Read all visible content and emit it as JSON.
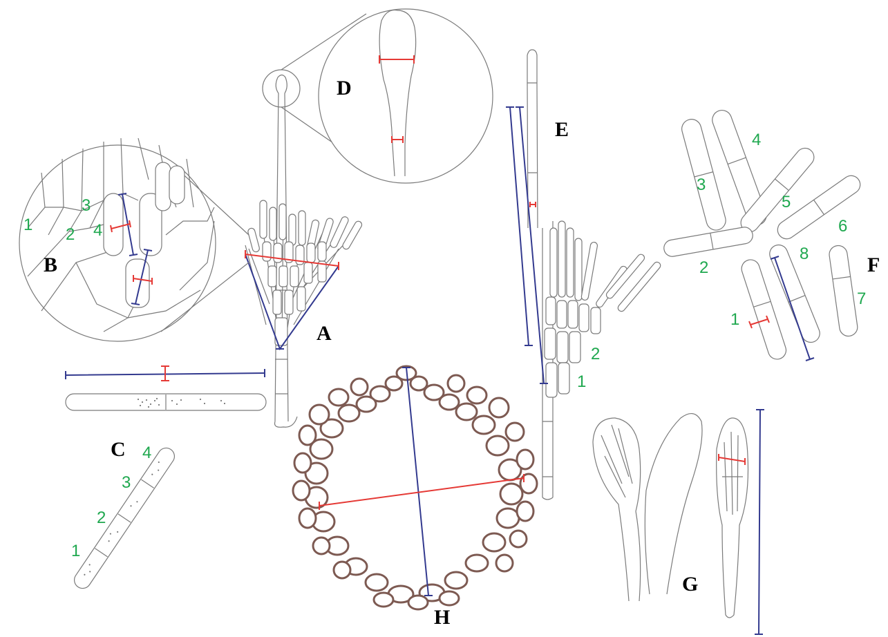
{
  "panels": {
    "a": "A",
    "b": "B",
    "c": "C",
    "d": "D",
    "e": "E",
    "f": "F",
    "g": "G",
    "h": "H"
  },
  "panel_b_numbers": [
    "1",
    "2",
    "3",
    "4"
  ],
  "panel_c_numbers": [
    "1",
    "2",
    "3",
    "4"
  ],
  "panel_e_numbers": [
    "1",
    "2"
  ],
  "panel_f_numbers": [
    "1",
    "2",
    "3",
    "4",
    "5",
    "6",
    "7",
    "8"
  ],
  "colors": {
    "outline": "#7a7a7a",
    "length_measure": "#333a8f",
    "width_measure": "#e53935",
    "number_labels": "#1fa84f",
    "peridium_cells": "#7d5a52"
  }
}
